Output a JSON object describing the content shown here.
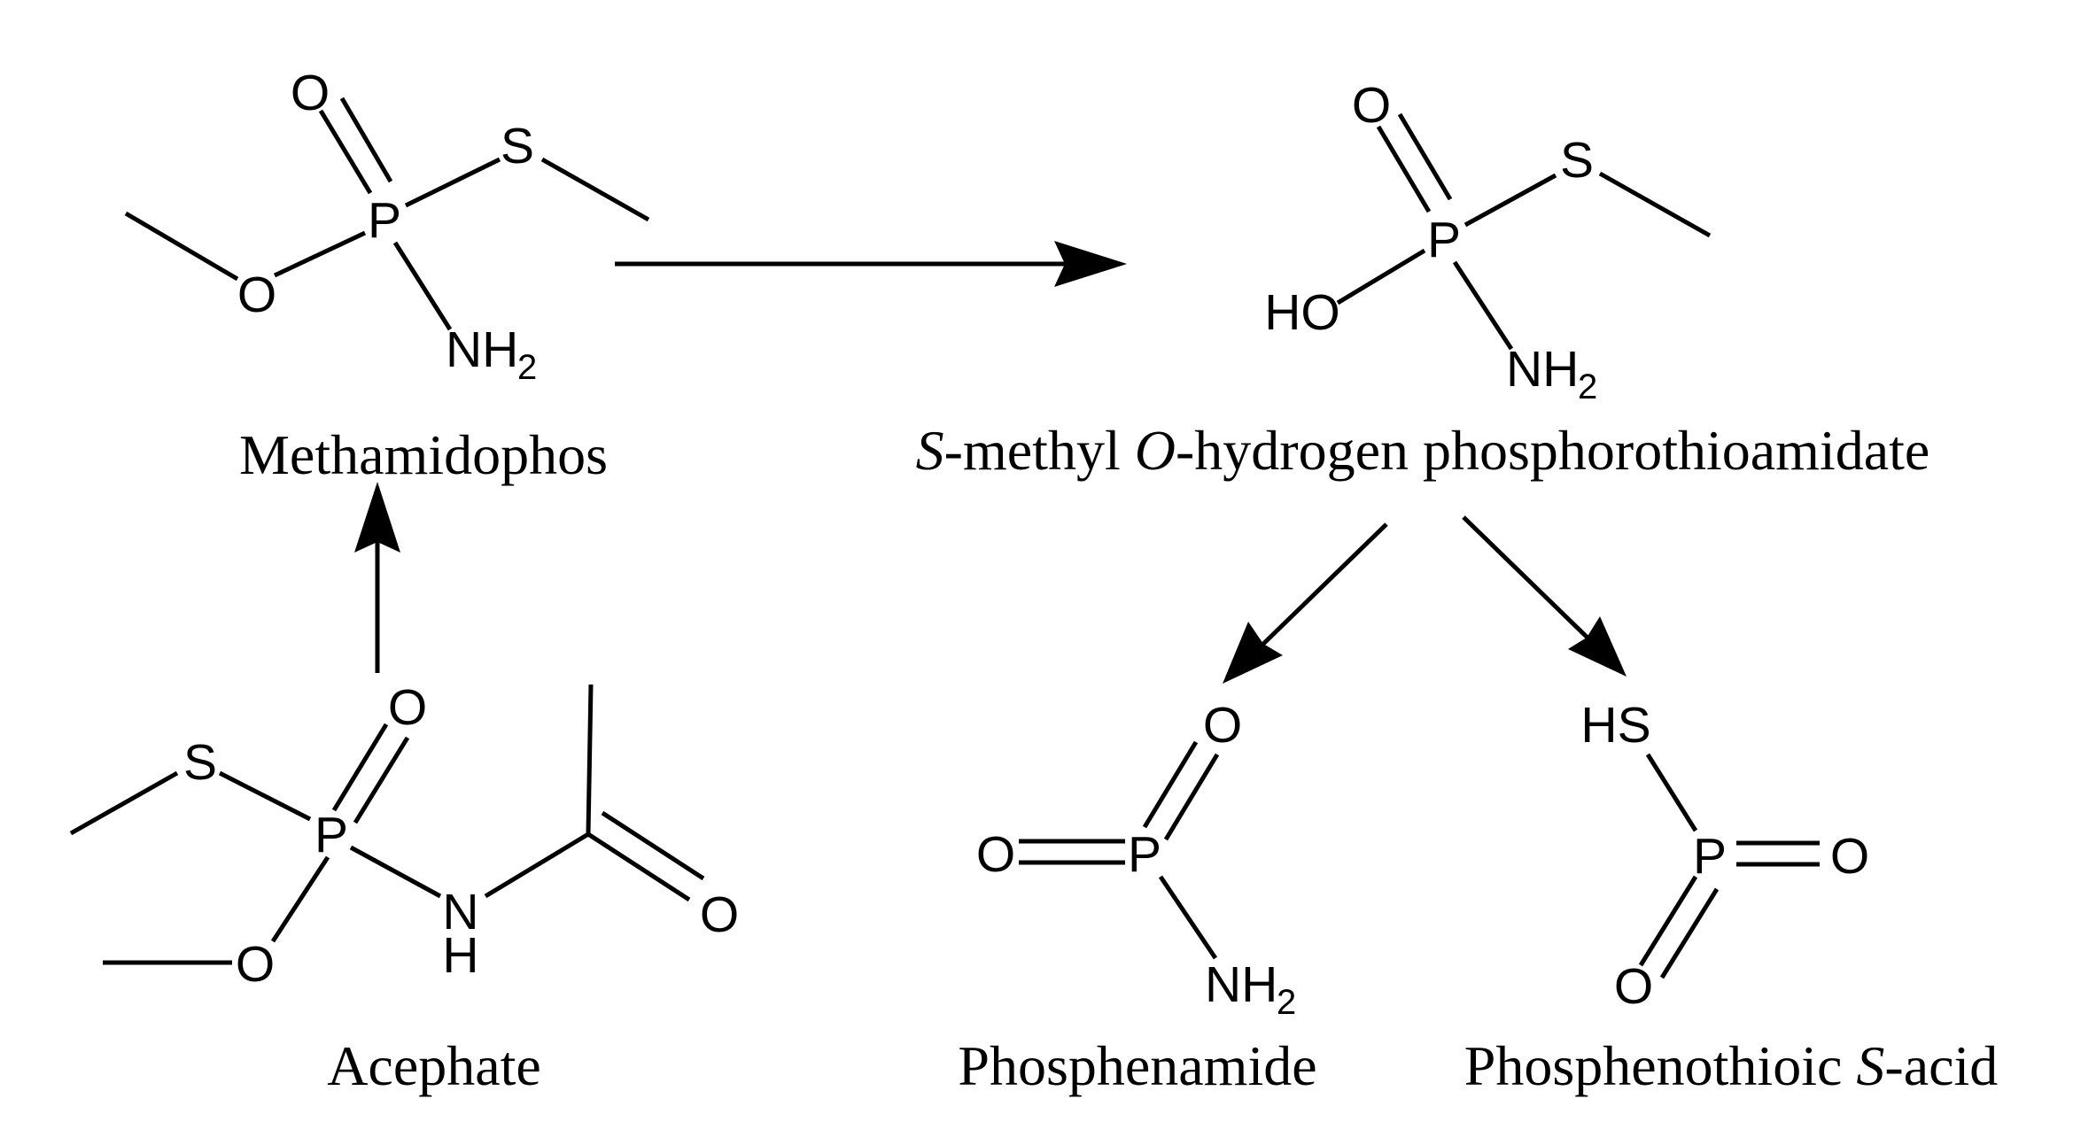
{
  "atoms": {
    "O": "O",
    "P": "P",
    "S": "S",
    "N": "N",
    "H": "H",
    "HO": "HO",
    "HS": "HS",
    "NH": "NH",
    "sub2": "2"
  },
  "labels": {
    "methamidophos": "Methamidophos",
    "acephate": "Acephate",
    "intermediate": {
      "s": "S",
      "part1": "-methyl ",
      "o": "O",
      "part2": "-hydrogen phosphorothioamidate"
    },
    "phosphenamide": "Phosphenamide",
    "phosphenothioic": {
      "part1": "Phosphenothioic ",
      "s": "S",
      "part2": "-acid"
    }
  }
}
